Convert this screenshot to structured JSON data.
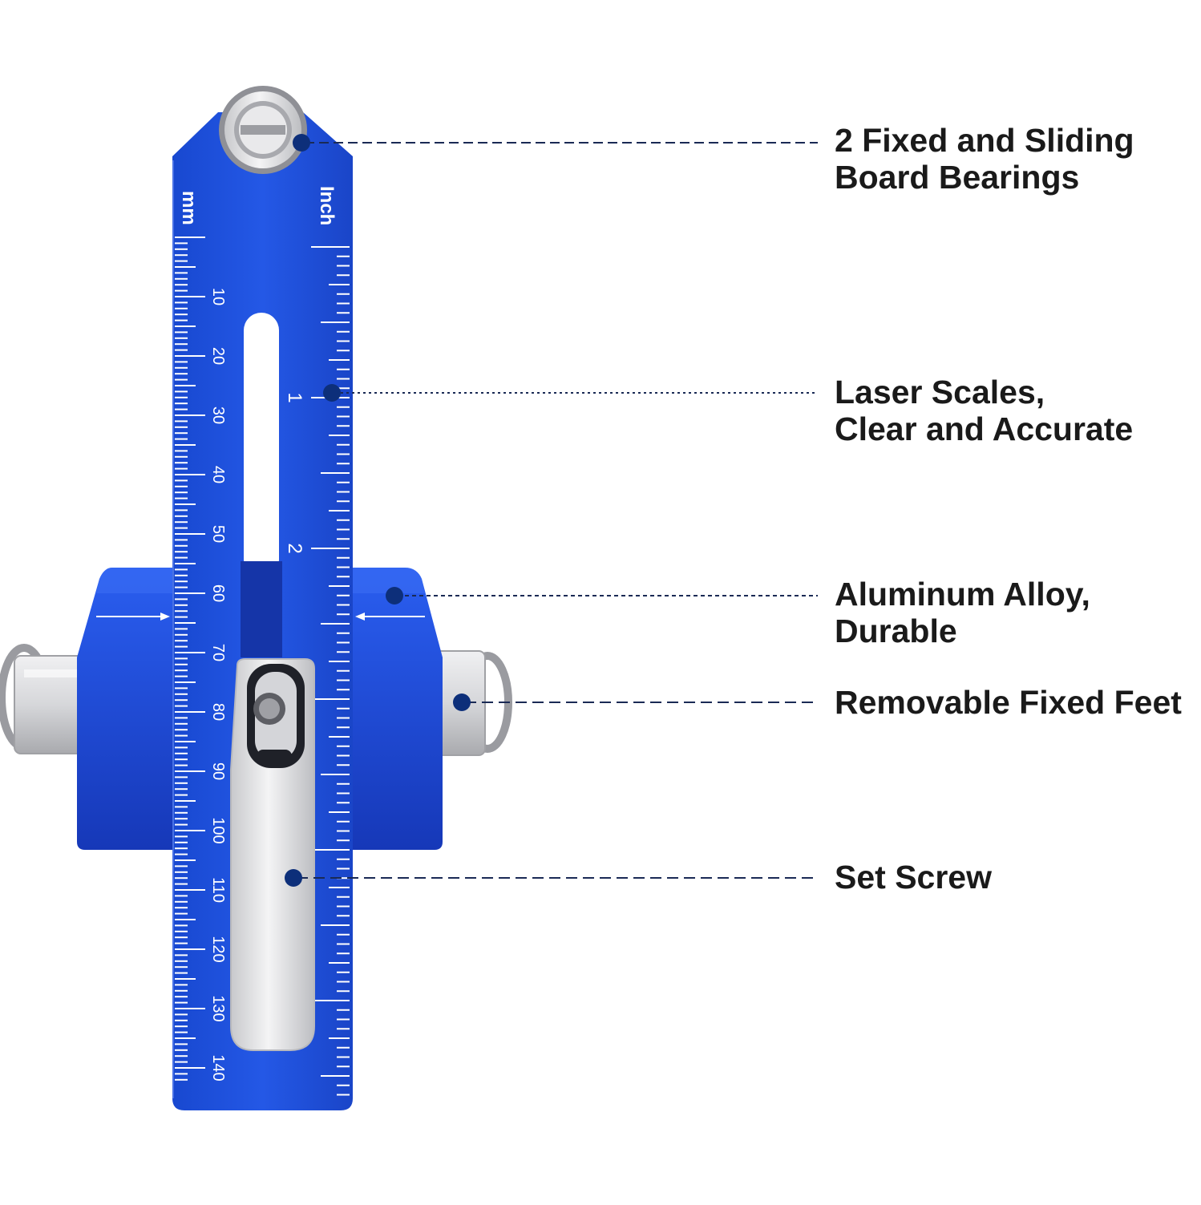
{
  "tool": {
    "mm_label": "mm",
    "inch_label": "Inch",
    "mm_numbers": [
      "10",
      "20",
      "30",
      "40",
      "50",
      "60",
      "70",
      "80",
      "90",
      "100",
      "110",
      "120",
      "130",
      "140"
    ],
    "inch_numbers": [
      "1",
      "2"
    ]
  },
  "callouts": [
    {
      "line1": "2 Fixed and Sliding",
      "line2": "Board Bearings"
    },
    {
      "line1": "Laser Scales,",
      "line2": "Clear and Accurate"
    },
    {
      "line1": "Aluminum Alloy,",
      "line2": "Durable"
    },
    {
      "line1": "Removable Fixed Feet",
      "line2": ""
    },
    {
      "line1": "Set Screw",
      "line2": ""
    }
  ],
  "colors": {
    "anodized_blue": "#1d4fd6",
    "dark_blue": "#1a3fb5",
    "silver": "#dcdde0",
    "callout_dot": "#0d2f7a",
    "callout_line": "#1a2a55"
  }
}
